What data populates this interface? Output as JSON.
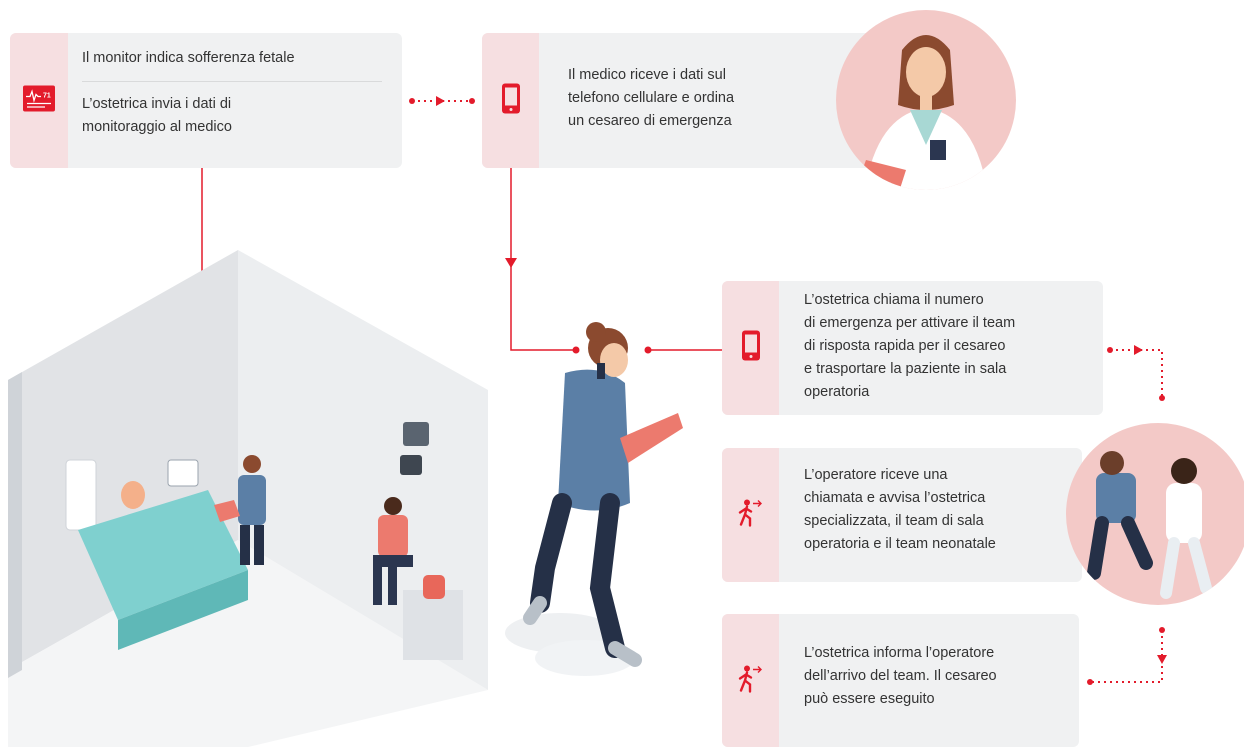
{
  "cards": {
    "monitor": {
      "line1": "Il monitor indica sofferenza fetale",
      "line2": "L’ostetrica invia i dati di\nmonitoraggio al medico",
      "icon": "fetal-monitor-icon"
    },
    "doctor": {
      "text": "Il medico riceve i dati sul\ntelefono cellulare e ordina\nun cesareo di emergenza",
      "icon": "mobile-phone-icon"
    },
    "midwife_call": {
      "text": "L’ostetrica chiama il numero\ndi emergenza per attivare il team\ndi risposta rapida per il cesareo\ne trasportare la paziente in sala\noperatoria",
      "icon": "mobile-phone-icon"
    },
    "operator": {
      "text": "L’operatore riceve una\nchiamata e avvisa l’ostetrica\nspecializzata, il team di sala\noperatoria e il team neonatale",
      "icon": "running-person-icon"
    },
    "inform": {
      "text": "L’ostetrica informa l’operatore\ndell’arrivo del team. Il cesareo\npuò essere eseguito",
      "icon": "running-person-icon"
    }
  },
  "monitor_icon_value": "71",
  "colors": {
    "accent": "#e31b2b",
    "card_bg": "#f0f1f2",
    "card_side": "#f6dfe1",
    "circle_bg": "#f3c9c7",
    "room_wall": "#e1e3e6",
    "scrubs": "#5b7fa6",
    "pants": "#253047"
  }
}
